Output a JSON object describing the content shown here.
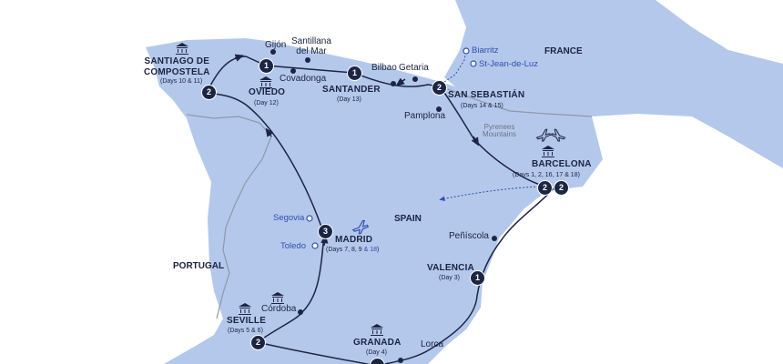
{
  "colors": {
    "land": "#b4c8ec",
    "sea": "#ffffff",
    "route": "#1c2544",
    "optional": "#2f4fb0",
    "border": "#8e98a8",
    "text": "#1a2340"
  },
  "countries": {
    "france": "FRANCE",
    "spain": "SPAIN",
    "portugal": "PORTUGAL"
  },
  "geo": {
    "pyrenees": "Pyrenees\nMountains"
  },
  "stops": {
    "santiago": {
      "name": "SANTIAGO DE\nCOMPOSTELA",
      "days": "(Days 10 & 11)",
      "nights": "2"
    },
    "oviedo": {
      "name": "OVIEDO",
      "days": "(Day 12)",
      "nights": "1"
    },
    "santander": {
      "name": "SANTANDER",
      "days": "(Day 13)",
      "nights": "1"
    },
    "san_sebastian": {
      "name": "SAN SEBASTIÁN",
      "days": "(Days 14 & 15)",
      "nights": "2"
    },
    "barcelona": {
      "name": "BARCELONA",
      "days": "(Days 1, 2, 16, 17 & 18)",
      "nights_a": "2",
      "nights_b": "2"
    },
    "madrid": {
      "name": "MADRID",
      "days_main": "(Days 7, 8, 9 ",
      "days_amp": "& 18",
      "days_end": ")",
      "nights": "3"
    },
    "valencia": {
      "name": "VALENCIA",
      "days": "(Day 3)",
      "nights": "1"
    },
    "seville": {
      "name": "SEVILLE",
      "days": "(Days 5 & 6)",
      "nights": "2"
    },
    "granada": {
      "name": "GRANADA",
      "days": "(Day 4)"
    }
  },
  "places": {
    "gijon": "Gijón",
    "santillana": "Santillana\ndel Mar",
    "covadonga": "Covadonga",
    "bilbao": "Bilbao",
    "getaria": "Getaria",
    "pamplona": "Pamplona",
    "peniscola": "Peñíscola",
    "cordoba": "Córdoba",
    "lorca": "Lorca"
  },
  "optional_places": {
    "biarritz": "Biarritz",
    "st_jean": "St-Jean-de-Luz",
    "segovia": "Segovia",
    "toledo": "Toledo"
  },
  "icons": {
    "sight_icon": "landmark-icon",
    "flight_icon": "airplane-icon"
  }
}
